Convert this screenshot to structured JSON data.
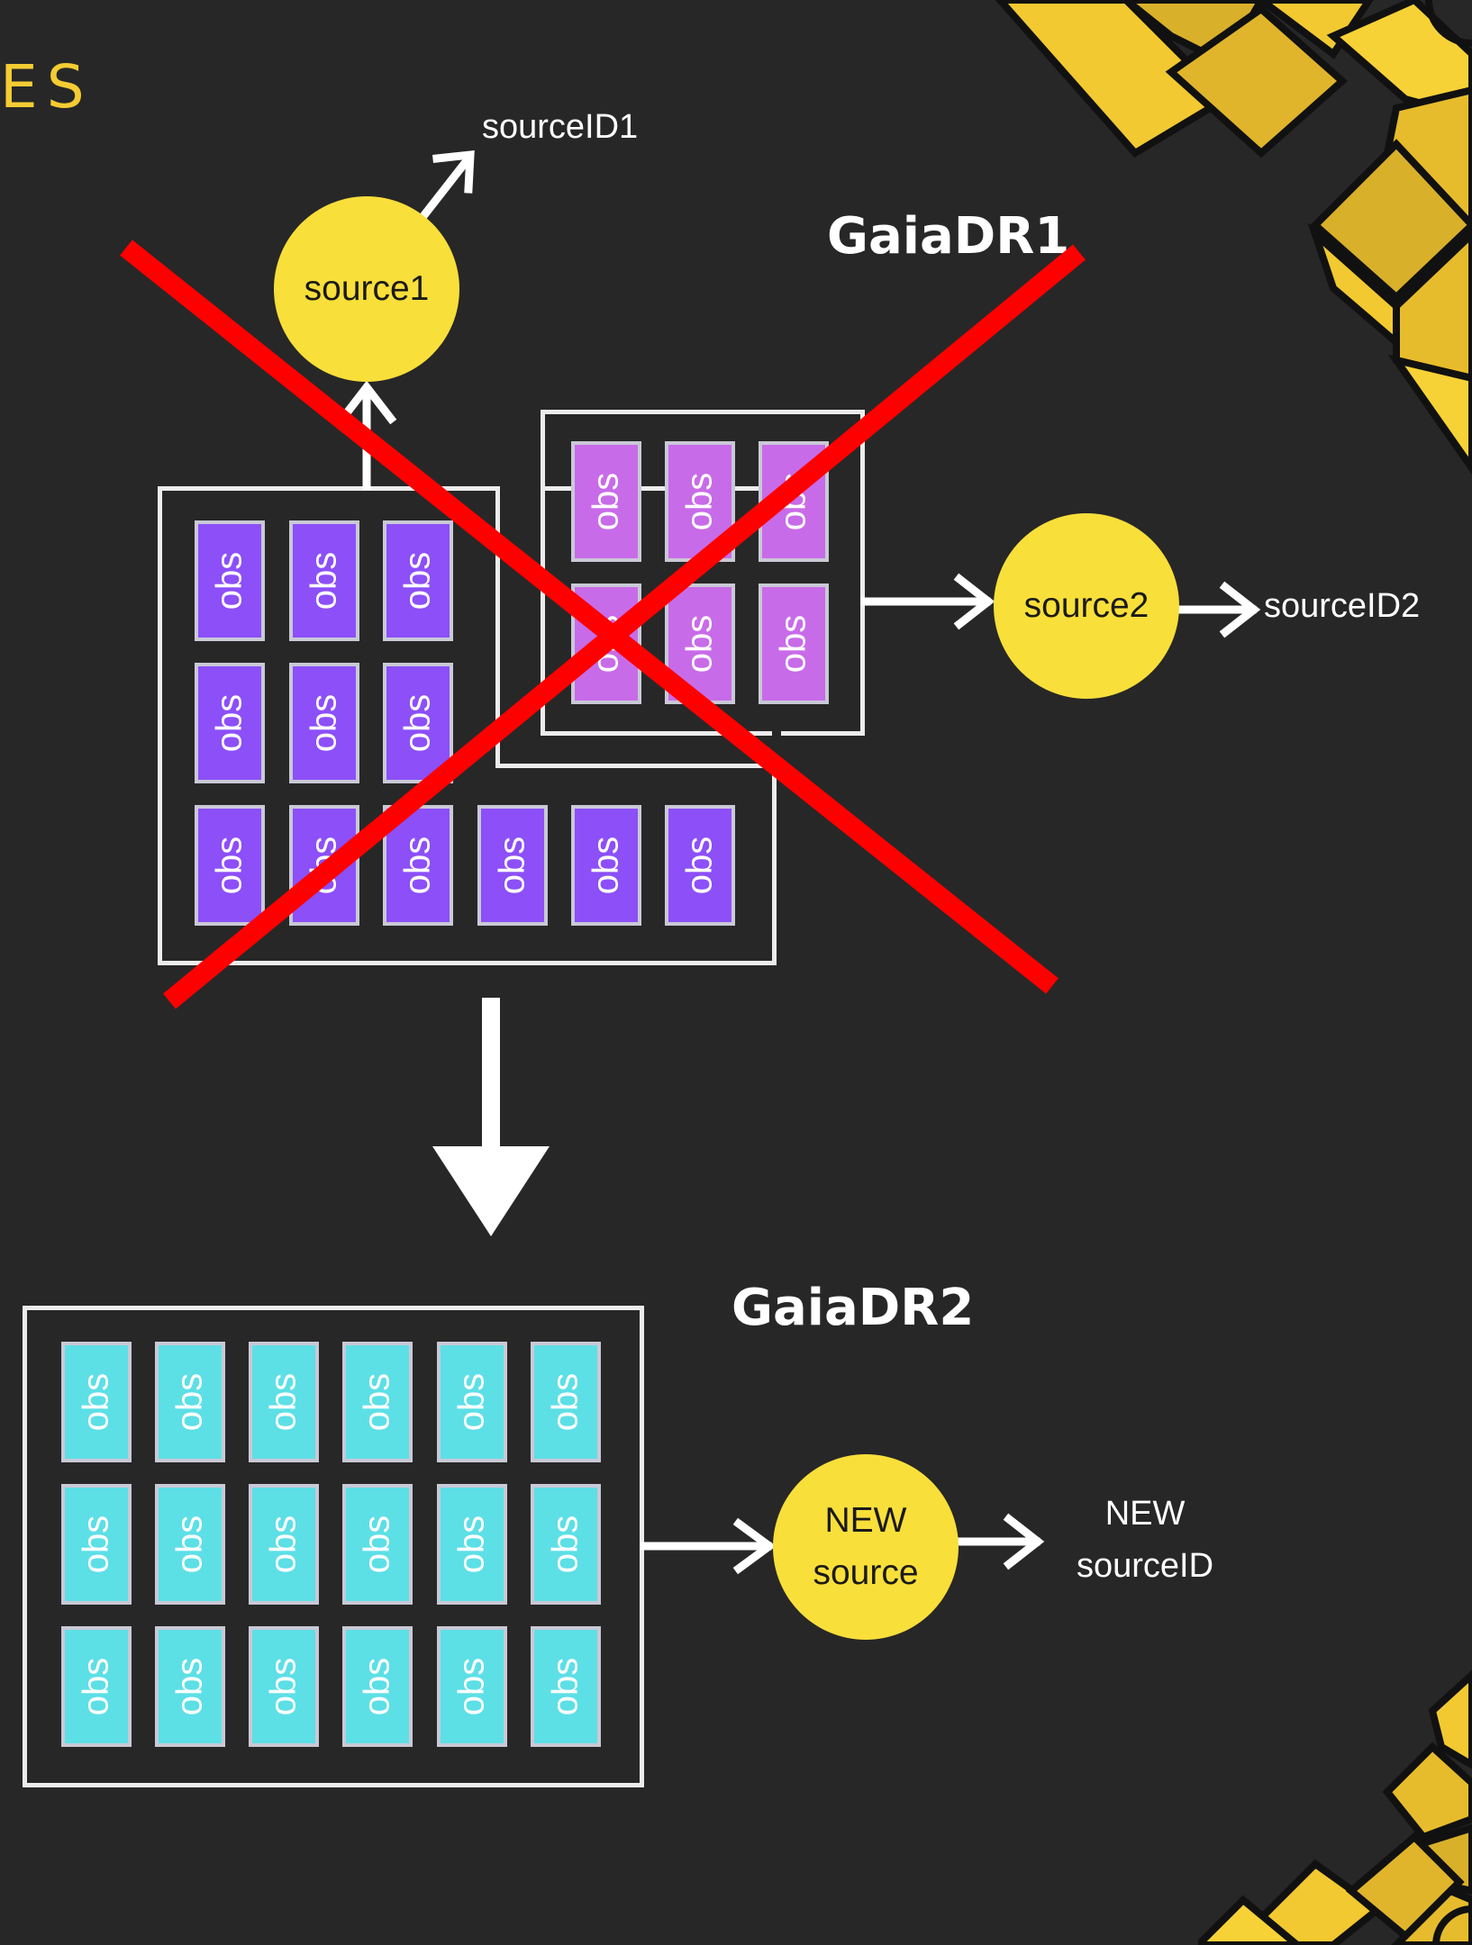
{
  "heading": "ES",
  "dr1": {
    "title": "GaiaDR1",
    "source1": "source1",
    "source1_id": "sourceID1",
    "source2": "source2",
    "source2_id": "sourceID2",
    "obs_label": "obs"
  },
  "dr2": {
    "title": "GaiaDR2",
    "new_source": [
      "NEW",
      "source"
    ],
    "new_source_id": [
      "NEW",
      "sourceID"
    ],
    "obs_label": "obs"
  },
  "colors": {
    "background": "#272727",
    "accent_yellow": "#f4cc33",
    "circle_fill": "#f9df3a",
    "obs_dr1_group1": "#8c4ff8",
    "obs_dr1_group2": "#c86be8",
    "obs_dr2": "#5ddfe6",
    "cross": "#ff0000"
  }
}
